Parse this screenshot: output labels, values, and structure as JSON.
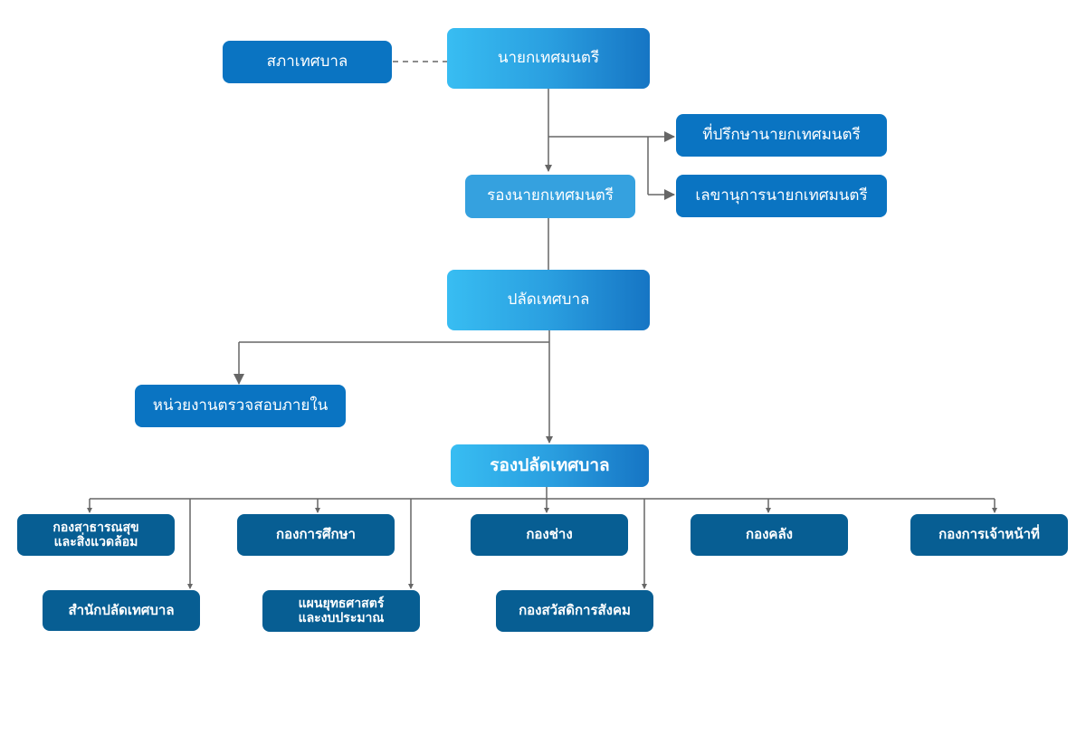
{
  "org_chart": {
    "council": "สภาเทศบาล",
    "mayor": "นายกเทศมนตรี",
    "mayor_advisor": "ที่ปรึกษานายกเทศมนตรี",
    "mayor_secretary": "เลขานุการนายกเทศมนตรี",
    "deputy_mayor": "รองนายกเทศมนตรี",
    "municipal_clerk": "ปลัดเทศบาล",
    "internal_audit": "หน่วยงานตรวจสอบภายใน",
    "deputy_clerk": "รองปลัดเทศบาล",
    "divisions": {
      "public_health_line1": "กองสาธารณสุข",
      "public_health_line2": "และสิ่งแวดล้อม",
      "education": "กองการศึกษา",
      "engineering": "กองช่าง",
      "finance": "กองคลัง",
      "personnel": "กองการเจ้าหน้าที่",
      "clerk_office": "สำนักปลัดเทศบาล",
      "strategy_line1": "แผนยุทธศาสตร์",
      "strategy_line2": "และงบประมาณ",
      "social_welfare": "กองสวัสดิการสังคม"
    }
  },
  "colors": {
    "connector": "#666666",
    "dark_box": "#075e93",
    "mid_box": "#0a74c2",
    "gradient_start": "#38bdf2",
    "gradient_end": "#1675c4"
  }
}
